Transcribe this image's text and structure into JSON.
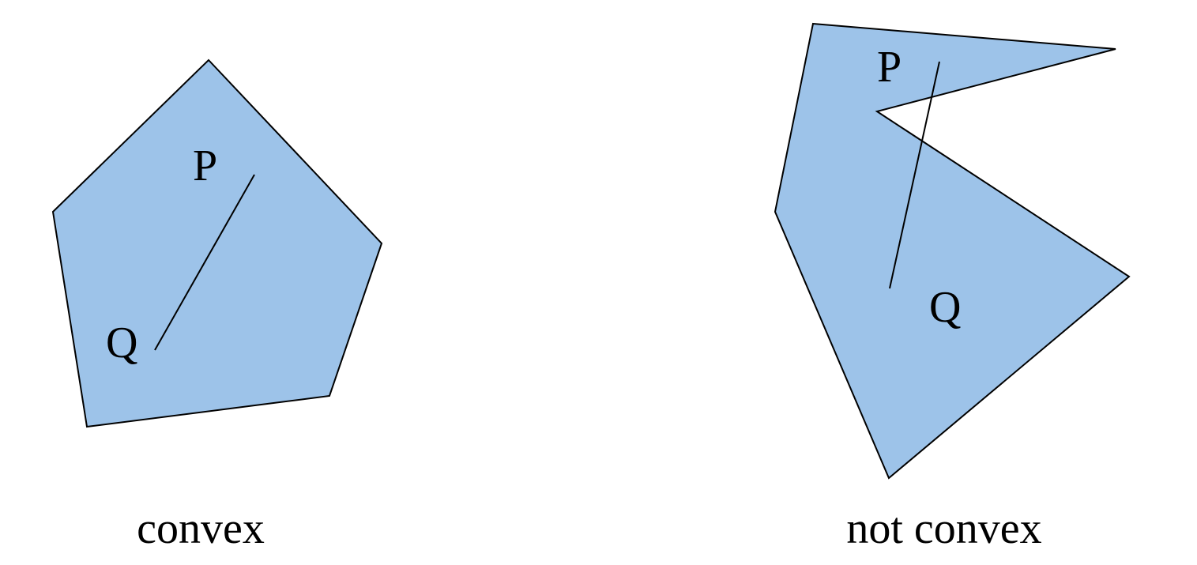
{
  "colors": {
    "fill": "#9dc3e9",
    "stroke": "#000000",
    "background": "#ffffff"
  },
  "panels": [
    {
      "caption": "convex",
      "point_p": "P",
      "point_q": "Q"
    },
    {
      "caption": "not convex",
      "point_p": "P",
      "point_q": "Q"
    }
  ]
}
